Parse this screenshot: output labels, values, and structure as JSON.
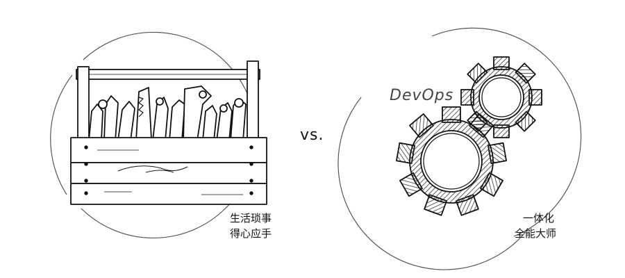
{
  "left_panel": {
    "caption_line1": "生活琐事",
    "caption_line2": "得心应手"
  },
  "separator": {
    "text": "vs."
  },
  "right_panel": {
    "gear_label": "DevOps",
    "caption_line1": "一体化",
    "caption_line2": "全能大师"
  },
  "icons": {
    "left": "toolbox-icon",
    "right": "gears-icon"
  },
  "colors": {
    "ink": "#111111",
    "circle": "#555555",
    "hatch": "#333333"
  }
}
